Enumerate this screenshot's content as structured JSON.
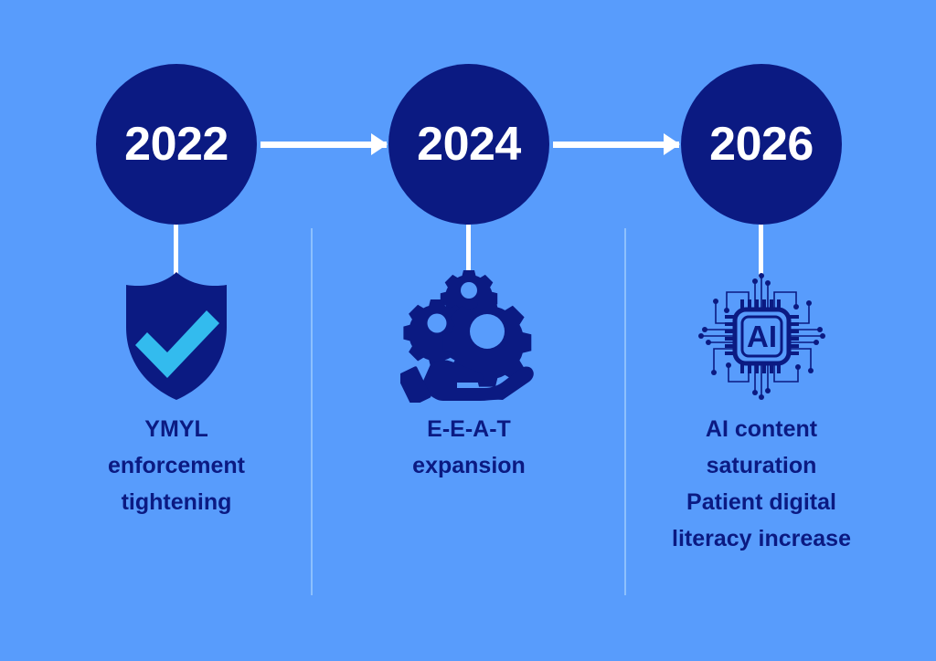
{
  "background_color": "#589cfc",
  "navy_color": "#0b1a82",
  "accent_cyan": "#33bbee",
  "divider_color": "#8dc0fd",
  "arrow_color": "#ffffff",
  "timeline": {
    "nodes": [
      {
        "year": "2022",
        "icon": "shield-check-icon",
        "caption_lines": [
          "YMYL",
          "enforcement",
          "tightening"
        ]
      },
      {
        "year": "2024",
        "icon": "hand-gears-icon",
        "caption_lines": [
          "E-E-A-T",
          "expansion"
        ]
      },
      {
        "year": "2026",
        "icon": "ai-chip-icon",
        "chip_label": "AI",
        "caption_lines": [
          "AI content",
          "saturation",
          "Patient digital",
          "literacy increase"
        ]
      }
    ],
    "arrows": [
      "arrow-2022-to-2024",
      "arrow-2024-to-2026"
    ]
  }
}
